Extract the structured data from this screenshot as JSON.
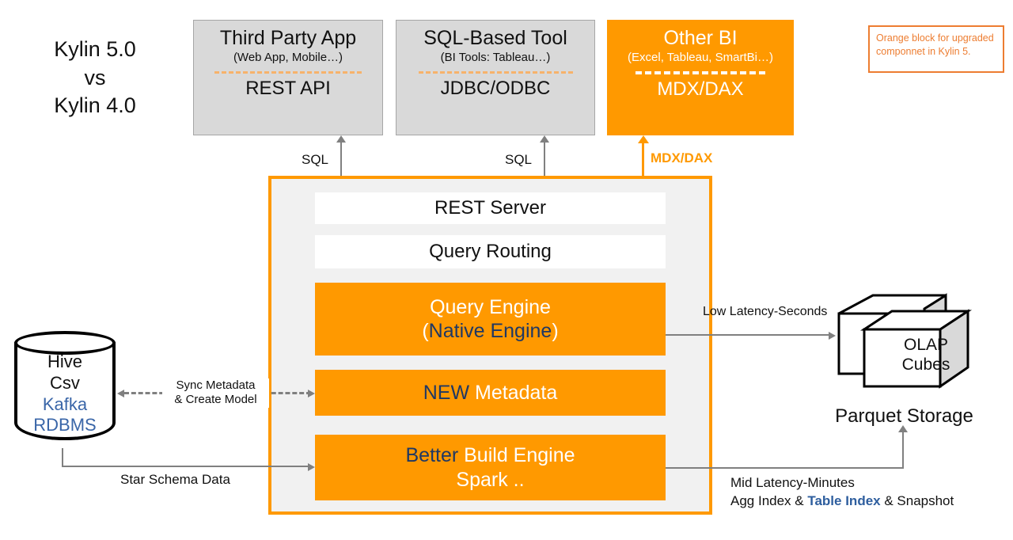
{
  "title": {
    "line1": "Kylin 5.0",
    "line2": "vs",
    "line3": "Kylin 4.0"
  },
  "legend": {
    "text": "Orange block for upgraded componnet in Kylin 5.",
    "border_color": "#ED7D31",
    "text_color": "#ED7D31"
  },
  "clients": [
    {
      "name": "Third Party App",
      "subtitle": "(Web App, Mobile…)",
      "protocol": "REST API",
      "style": "gray"
    },
    {
      "name": "SQL-Based Tool",
      "subtitle": "(BI Tools: Tableau…)",
      "protocol": "JDBC/ODBC",
      "style": "gray"
    },
    {
      "name": "Other BI",
      "subtitle": "(Excel, Tableau, SmartBi…)",
      "protocol": "MDX/DAX",
      "style": "orange"
    }
  ],
  "connectors": {
    "sql_left": "SQL",
    "sql_mid": "SQL",
    "mdx_dax": "MDX/DAX",
    "sync_metadata_line1": "Sync Metadata",
    "sync_metadata_line2": "& Create Model",
    "star_schema": "Star Schema Data",
    "low_latency": "Low Latency-Seconds",
    "mid_latency_line1": "Mid Latency-Minutes",
    "mid_latency_pre": "Agg Index & ",
    "mid_latency_hl": "Table Index",
    "mid_latency_post": " & Snapshot"
  },
  "stack": {
    "rest_server": "REST Server",
    "query_routing": "Query Routing",
    "query_engine_line1": "Query Engine",
    "query_engine_paren_open": "(",
    "query_engine_hl": "Native Engine",
    "query_engine_paren_close": ")",
    "metadata_hl": "NEW",
    "metadata_rest": " Metadata",
    "build_engine_hl": "Better",
    "build_engine_rest": " Build Engine",
    "build_engine_line2": "Spark .."
  },
  "source_store": {
    "items": [
      "Hive",
      "Csv",
      "Kafka",
      "RDBMS"
    ]
  },
  "storage": {
    "cube_line1": "OLAP",
    "cube_line2": "Cubes",
    "caption": "Parquet Storage"
  },
  "colors": {
    "orange": "#FF9900",
    "legend_orange": "#ED7D31",
    "gray_box": "#d9d9d9",
    "container_fill": "#f1f1f1",
    "navy": "#1F3864",
    "source_blue": "#3A66A8",
    "connector_gray": "#808080"
  }
}
